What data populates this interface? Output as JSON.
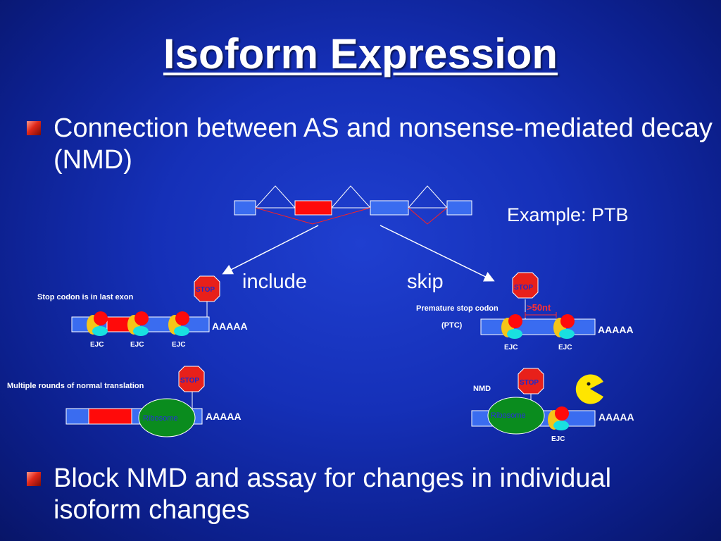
{
  "slide": {
    "title": "Isoform Expression",
    "bullets": [
      "Connection between AS and nonsense-mediated decay (NMD)",
      "Block NMD and assay for changes in individual isoform changes"
    ]
  },
  "diagram": {
    "example_label": "Example: PTB",
    "include_label": "include",
    "skip_label": "skip",
    "left_top_caption": "Stop codon is in last exon",
    "left_bottom_caption": "Multiple rounds of normal translation",
    "right_ptc_caption_1": "Premature stop codon",
    "right_ptc_caption_2": "(PTC)",
    "distance_label": ">50nt",
    "nmd_label": "NMD",
    "stop_label": "STOP",
    "ribosome_label": "Ribosome",
    "ejc_label": "EJC",
    "polya_label": "AAAAA"
  },
  "colors": {
    "exon_blue": "#3a6cf0",
    "exon_red": "#ff0a0a",
    "stop_red": "#e8201a",
    "ribosome_green": "#0a8c1e",
    "ejc_yellow": "#f5c518",
    "ejc_cyan": "#19e0e0",
    "pacman_yellow": "#ffe500",
    "ptc_label_red": "#ff3030"
  }
}
